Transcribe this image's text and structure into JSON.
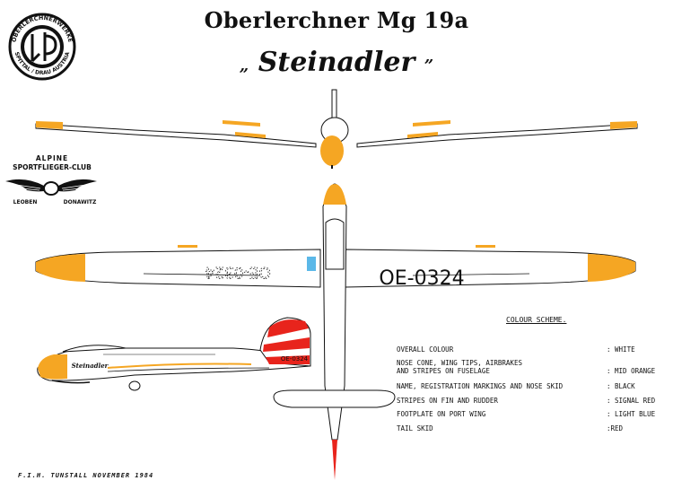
{
  "header": {
    "title": "Oberlerchner Mg 19a",
    "name_open": "„",
    "name": "Steinadler",
    "name_close": "”"
  },
  "logo_top": {
    "ring_text_top": "OBERLERCHNERWERKE",
    "ring_text_bottom": "SPITTAL / DRAU  AUSTRIA",
    "monogram": "ÖL"
  },
  "club_badge": {
    "line1": "ALPINE",
    "line2": "SPORTFLIEGER-CLUB",
    "place_left": "LEOBEN",
    "place_right": "DONAWITZ"
  },
  "markings": {
    "registration": "OE-0324",
    "registration_under": "OE-0324",
    "side_name": "Steinadler",
    "side_reg": "OE-0324"
  },
  "colour_scheme": {
    "heading": "COLOUR SCHEME.",
    "rows": [
      {
        "item": "OVERALL COLOUR",
        "value": ": WHITE"
      },
      {
        "item": "NOSE CONE, WING TIPS, AIRBRAKES\nAND STRIPES ON FUSELAGE",
        "value": ": MID ORANGE"
      },
      {
        "item": "NAME, REGISTRATION MARKINGS AND NOSE SKID",
        "value": ": BLACK"
      },
      {
        "item": "STRIPES ON FIN AND RUDDER",
        "value": ": SIGNAL RED"
      },
      {
        "item": "FOOTPLATE ON PORT WING",
        "value": ": LIGHT BLUE"
      },
      {
        "item": "TAIL SKID",
        "value": ":RED"
      }
    ]
  },
  "signature": "F.I.H. TUNSTALL   NOVEMBER 1984",
  "colors": {
    "orange": "#f5a623",
    "red": "#e8241c",
    "light_blue": "#5bb8e8",
    "ink": "#111111"
  }
}
